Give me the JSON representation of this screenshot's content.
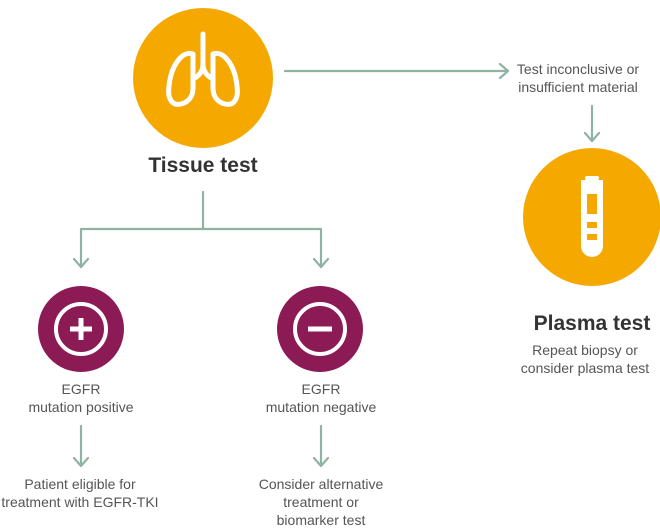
{
  "colors": {
    "tissue_circle": "#f5a800",
    "plasma_circle": "#f5a800",
    "result_circle": "#8c1a55",
    "connector": "#8fb3a3"
  },
  "tissue": {
    "icon": "lungs-icon",
    "title": "Tissue test"
  },
  "inconclusive": {
    "line1": "Test inconclusive or",
    "line2": "insufficient material"
  },
  "plasma": {
    "icon": "test-tube-icon",
    "title": "Plasma test",
    "line1": "Repeat biopsy or",
    "line2": "consider plasma test"
  },
  "positive": {
    "icon": "plus-icon",
    "line1": "EGFR",
    "line2": "mutation positive",
    "outcome1": "Patient eligible for",
    "outcome2": "treatment with EGFR-TKI"
  },
  "negative": {
    "icon": "minus-icon",
    "line1": "EGFR",
    "line2": "mutation negative",
    "outcome1": "Consider alternative",
    "outcome2": "treatment or",
    "outcome3": "biomarker test"
  }
}
